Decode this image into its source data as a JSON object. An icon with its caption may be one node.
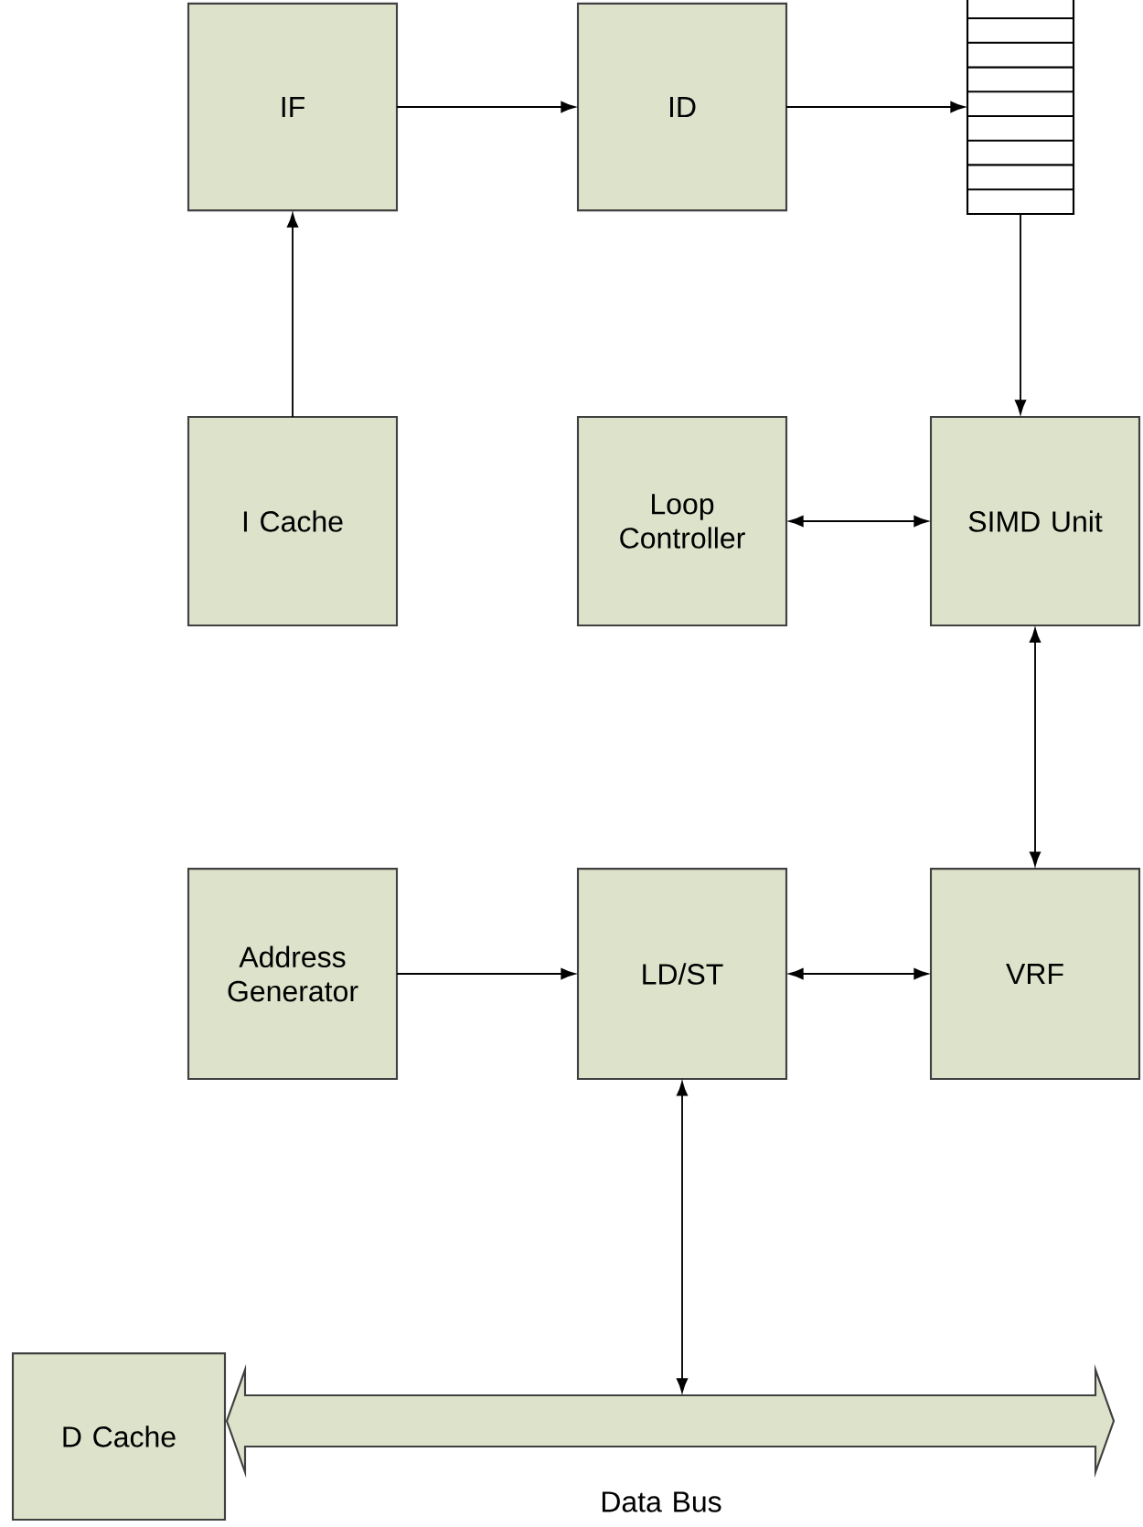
{
  "diagram": {
    "nodes": [
      {
        "text": [
          "IF"
        ]
      },
      {
        "text": [
          "ID"
        ]
      },
      {
        "text": [],
        "shape": "queue"
      },
      {
        "text": [
          "I Cache"
        ]
      },
      {
        "text": [
          "Loop Controller"
        ]
      },
      {
        "text": [
          "SIMD Unit"
        ]
      },
      {
        "text": [
          "Address Generator"
        ]
      },
      {
        "text": [
          "LD/ST"
        ]
      },
      {
        "text": [
          "VRF"
        ]
      },
      {
        "text": [
          "D Cache"
        ]
      },
      {
        "text": [],
        "shape": "bus",
        "beside": [
          "Data Bus"
        ]
      }
    ],
    "edges": [
      {
        "from": 0,
        "to": 1,
        "arrow": "to"
      },
      {
        "from": 1,
        "to": 2,
        "arrow": "to"
      },
      {
        "from": 3,
        "to": 0,
        "arrow": "to"
      },
      {
        "from": 2,
        "to": 5,
        "arrow": "to"
      },
      {
        "from": 4,
        "to": 5,
        "arrow": "both"
      },
      {
        "from": 5,
        "to": 8,
        "arrow": "both"
      },
      {
        "from": 6,
        "to": 7,
        "arrow": "to"
      },
      {
        "from": 7,
        "to": 8,
        "arrow": "both"
      },
      {
        "from": 7,
        "to": 10,
        "arrow": "both"
      }
    ]
  }
}
